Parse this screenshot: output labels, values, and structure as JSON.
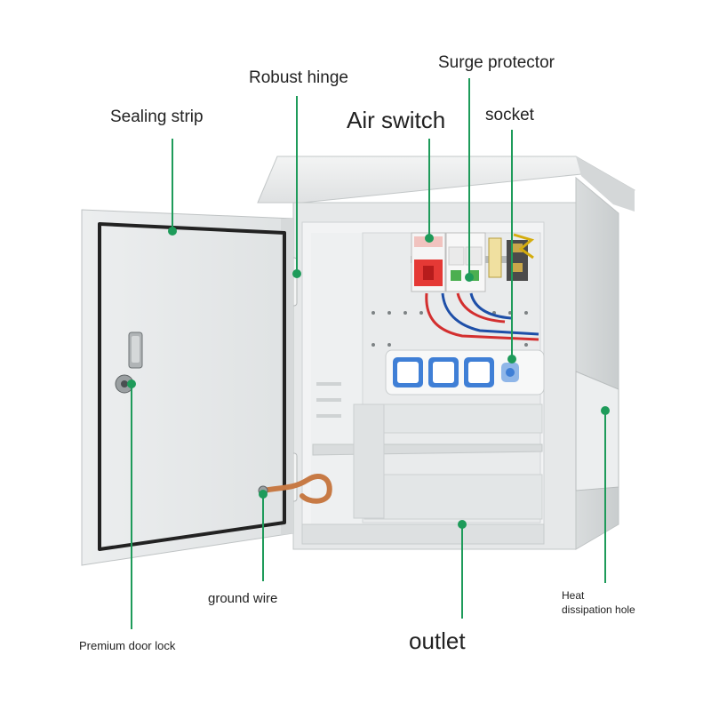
{
  "callouts": {
    "sealing_strip": "Sealing strip",
    "robust_hinge": "Robust hinge",
    "surge_protector": "Surge protector",
    "air_switch": "Air switch",
    "socket": "socket",
    "ground_wire": "ground wire",
    "premium_door_lock": "Premium door lock",
    "outlet": "outlet",
    "heat_dissipation_line1": "Heat",
    "heat_dissipation_line2": "dissipation hole"
  },
  "colors": {
    "leader_line": "#1e9b5a",
    "cabinet": "#e4e6e7",
    "gasket": "#222222",
    "breaker_red": "#e53935",
    "wire_red": "#d32f2f",
    "wire_blue": "#1e4fa8",
    "socket_blue": "#3f7fd6",
    "ground_copper": "#c77a45"
  }
}
